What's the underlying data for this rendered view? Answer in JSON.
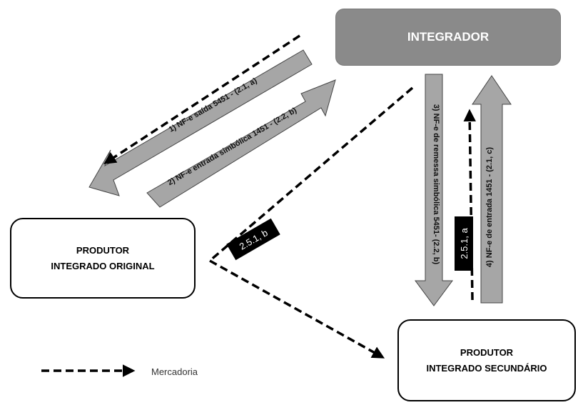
{
  "nodes": {
    "integrador": "INTEGRADOR",
    "produtor_original": [
      "PRODUTOR",
      "INTEGRADO ORIGINAL"
    ],
    "produtor_secundario": [
      "PRODUTOR",
      "INTEGRADO SECUNDÁRIO"
    ]
  },
  "arrows": {
    "nfe_saida": "1) NF-e saída 5451 - (2.1, a)",
    "nfe_entrada_simbolica": "2) NF-e entrada simbólica 1451 - (2.2, b)",
    "nfe_remessa_simbolica": "3) NF-e de remessa simbólica 5451- (2.2, b)",
    "nfe_entrada": "4) NF-e de entrada 1451 - (2.1, c)"
  },
  "tags": {
    "tag_251b": "2.5.1, b",
    "tag_251a": "2.5.1, a"
  },
  "legend": {
    "label": "Mercadoria"
  },
  "colors": {
    "arrow_fill": "#a6a6a6",
    "integrador_fill": "#8a8a8a",
    "tag_fill": "#000000"
  }
}
